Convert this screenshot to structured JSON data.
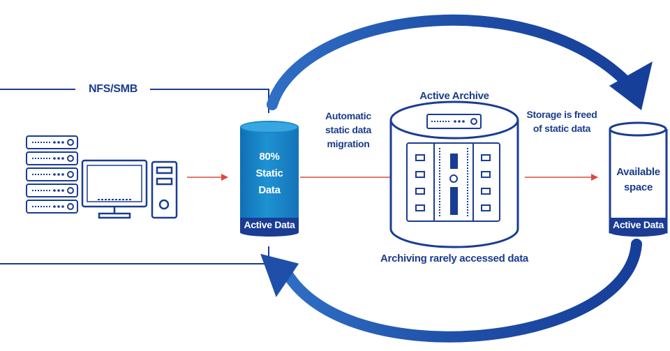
{
  "protocol_label": "NFS/SMB",
  "active_data_cylinder": {
    "percent": "80%",
    "line1": "Static",
    "line2": "Data",
    "footer": "Active Data"
  },
  "migration_label": {
    "line1": "Automatic",
    "line2": "static data",
    "line3": "migration"
  },
  "archive": {
    "title": "Active Archive",
    "caption": "Archiving rarely accessed data"
  },
  "freed_label": {
    "line1": "Storage is freed",
    "line2": "of static data"
  },
  "available_cylinder": {
    "line1": "Available",
    "line2": "space",
    "footer": "Active Data"
  },
  "colors": {
    "brand_blue": "#1F4FA8",
    "dark_blue": "#1A3C93",
    "cylinder_fill": "#1A86C8",
    "flow_arrow": "#E0483C"
  }
}
